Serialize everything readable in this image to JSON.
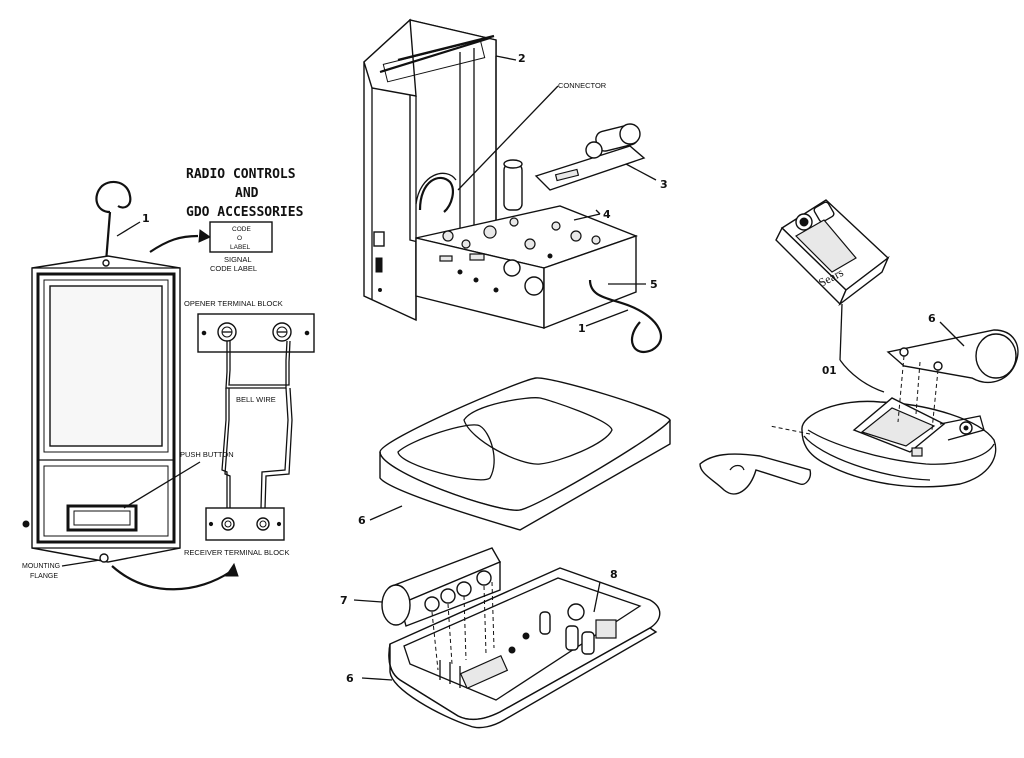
{
  "title": {
    "line1": "RADIO CONTROLS",
    "line2": "AND",
    "line3": "GDO ACCESSORIES"
  },
  "labels": {
    "code_label_box_top": "CODE",
    "code_label_box_mid": "O",
    "code_label_box_bottom": "LABEL",
    "signal_code_label_1": "SIGNAL",
    "signal_code_label_2": "CODE LABEL",
    "opener_terminal_block": "OPENER TERMINAL BLOCK",
    "bell_wire": "BELL WIRE",
    "push_button": "PUSH BUTTON",
    "receiver_terminal_block": "RECEIVER TERMINAL BLOCK",
    "mounting_flange_1": "MOUNTING",
    "mounting_flange_2": "FLANGE",
    "connector": "CONNECTOR",
    "battery_brand": "Sears"
  },
  "callouts": {
    "c1_left": "1",
    "c2": "2",
    "c3": "3",
    "c4": "4",
    "c5": "5",
    "c1_center": "1",
    "c6_top": "6",
    "c7": "7",
    "c8": "8",
    "c6_bottom": "6",
    "c6_right": "6",
    "c01": "01"
  }
}
